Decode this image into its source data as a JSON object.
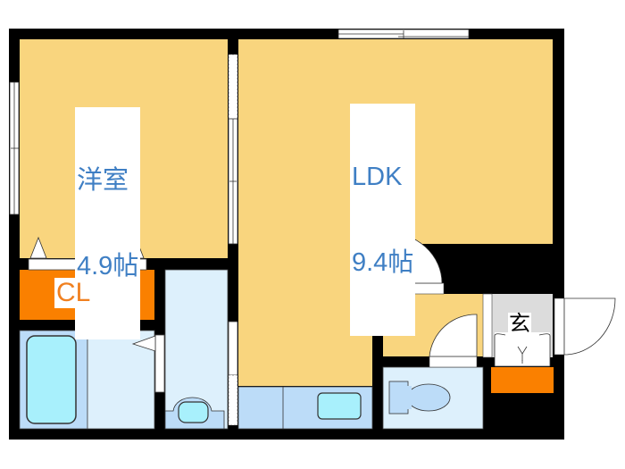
{
  "rooms": {
    "western_room": {
      "name": "洋室",
      "size": "4.9帖"
    },
    "ldk": {
      "name": "LDK",
      "size": "9.4帖"
    },
    "closet": {
      "name": "CL"
    },
    "entrance": {
      "name": "玄"
    }
  },
  "colors": {
    "floor": "#f9d57e",
    "wall": "#000000",
    "wet_area": "#ddf0fc",
    "fixture": "#a8f0fc",
    "storage": "#fa8000",
    "label_text": "#3f7fc4"
  }
}
